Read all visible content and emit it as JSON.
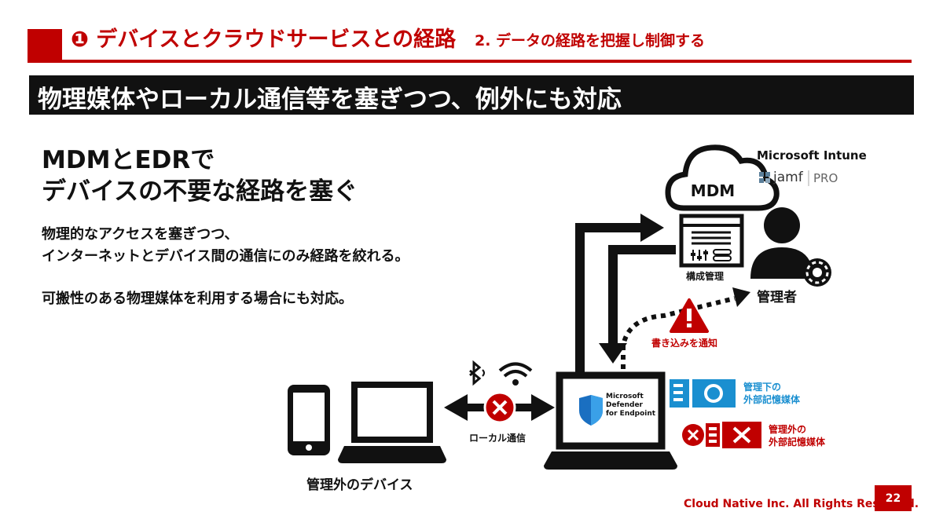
{
  "header": {
    "section_title": "❶ デバイスとクラウドサービスとの経路",
    "section_sub": "2. データの経路を把握し制御する"
  },
  "banner": {
    "text": "物理媒体やローカル通信等を塞ぎつつ、例外にも対応"
  },
  "main": {
    "heading_line1": "MDMとEDRで",
    "heading_line2": "デバイスの不要な経路を塞ぐ",
    "body_line1": "物理的なアクセスを塞ぎつつ、",
    "body_line2": "インターネットとデバイス間の通信にのみ経路を絞れる。",
    "body_line3": "可搬性のある物理媒体を利用する場合にも対応。"
  },
  "diagram": {
    "brand_intune": "Microsoft Intune",
    "brand_jamf": "jamf",
    "brand_pro": "PRO",
    "mdm_label": "MDM",
    "config_label": "構成管理",
    "admin_label": "管理者",
    "notify_label": "書き込みを通知",
    "local_comm_label": "ローカル通信",
    "unmanaged_devices_label": "管理外のデバイス",
    "defender_line1": "Microsoft",
    "defender_line2": "Defender",
    "defender_line3": "for Endpoint",
    "managed_media_line1": "管理下の",
    "managed_media_line2": "外部記憶媒体",
    "unmanaged_media_line1": "管理外の",
    "unmanaged_media_line2": "外部記憶媒体",
    "colors": {
      "accent_red": "#c00000",
      "managed_blue": "#1a8fd0",
      "dark": "#111111"
    }
  },
  "footer": {
    "copyright": "Cloud Native Inc. All Rights Reserved.",
    "page": "22"
  }
}
